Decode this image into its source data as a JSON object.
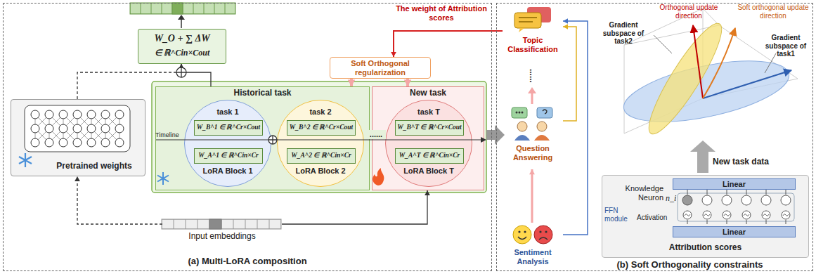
{
  "diagram": {
    "nodes": [
      {
        "text": [
          "(a) Multi-LoRA composition"
        ]
      },
      {
        "text": [
          "W_O + ∑ ΔW",
          "∈ ℝ^Cin×Cout"
        ],
        "in": 0
      },
      {
        "text": [
          "Soft Orthogonal regularization"
        ],
        "in": 0
      },
      {
        "text": [
          "Pretrained weights"
        ],
        "in": 0
      },
      {
        "text": [
          "Historical task"
        ],
        "in": 0
      },
      {
        "text": [
          "task 1",
          "LoRA Block 1"
        ],
        "in": 4
      },
      {
        "text": [
          "W_B^1 ∈ ℝ^Cr×Cout"
        ],
        "in": 5
      },
      {
        "text": [
          "W_A^1 ∈ ℝ^Cin×Cr"
        ],
        "in": 5
      },
      {
        "text": [
          "task 2",
          "LoRA Block 2"
        ],
        "in": 4
      },
      {
        "text": [
          "W_B^2 ∈ ℝ^Cr×Cout"
        ],
        "in": 8
      },
      {
        "text": [
          "W_A^2 ∈ ℝ^Cin×Cr"
        ],
        "in": 8
      },
      {
        "text": [
          "New task"
        ],
        "in": 0
      },
      {
        "text": [
          "task T",
          "LoRA Block T"
        ],
        "in": 11
      },
      {
        "text": [
          "W_B^T ∈ ℝ^Cr×Cout"
        ],
        "in": 12
      },
      {
        "text": [
          "W_A^T ∈ ℝ^Cin×Cr"
        ],
        "in": 12
      },
      {
        "text": [
          "Input embeddings"
        ],
        "in": 0
      },
      {
        "text": [
          "(b) Soft Orthogonality constraints"
        ]
      },
      {
        "text": [
          "Topic Classification"
        ],
        "in": 16
      },
      {
        "text": [
          "Question Answering"
        ],
        "in": 16
      },
      {
        "text": [
          "Sentiment Analysis"
        ],
        "in": 16
      },
      {
        "text": [
          "Attribution scores"
        ],
        "in": 16
      },
      {
        "text": [
          "Linear"
        ],
        "in": 20
      },
      {
        "text": [
          "Linear"
        ],
        "in": 20
      }
    ],
    "edges": [
      {
        "from": 3,
        "to": 1,
        "arrow": "to"
      },
      {
        "from": 4,
        "to": 1,
        "arrow": "to"
      },
      {
        "from": 15,
        "to": 3,
        "arrow": "to"
      },
      {
        "from": 15,
        "to": 11,
        "arrow": "to"
      },
      {
        "from": 2,
        "to": 4,
        "arrow": "to"
      },
      {
        "from": 2,
        "to": 11,
        "arrow": "to"
      },
      {
        "from": 17,
        "to": 2,
        "arrow": "to",
        "label": "The weight of Attribution scores"
      },
      {
        "from": 19,
        "to": 18,
        "arrow": "to"
      },
      {
        "from": 19,
        "to": 17,
        "arrow": "to"
      },
      {
        "from": 18,
        "to": 17,
        "arrow": "to"
      }
    ],
    "labels": [
      "Timeline",
      "......",
      "......",
      "Orthogonal update direction",
      "Soft orthogonal update direction",
      "Gradient subspace of task2",
      "Gradient subspace of task1",
      "New task data",
      "Knowledge Neuron",
      "n_i",
      "FFN module",
      "Activation"
    ]
  }
}
